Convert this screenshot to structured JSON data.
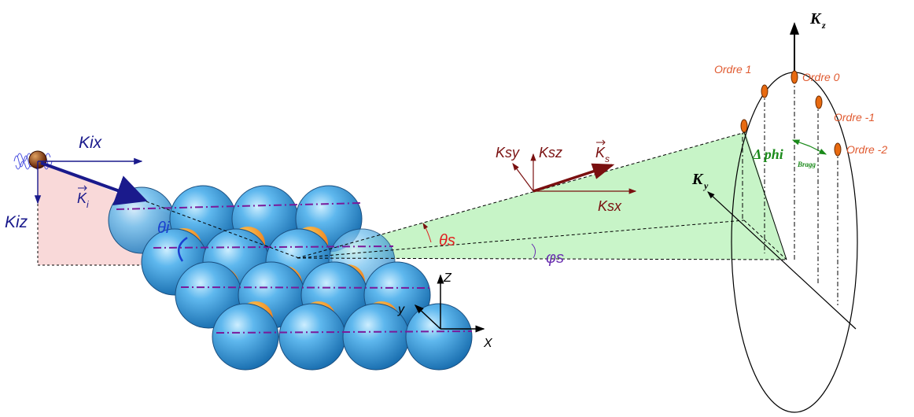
{
  "incident": {
    "k_ix": "Kix",
    "k_iz": "Kiz",
    "k_i_vec": "K",
    "k_i_sub": "i",
    "theta_i": "θi"
  },
  "scattered": {
    "k_sy": "Ksy",
    "k_sz": "Ksz",
    "k_sx": "Ksx",
    "k_s_vec": "K",
    "k_s_sub": "s",
    "theta_s": "θs",
    "phi_s": "φs"
  },
  "sample_axes": {
    "z": "Z",
    "y": "y",
    "x": "X"
  },
  "detector": {
    "kz": "K",
    "kz_sub": "z",
    "ky": "K",
    "ky_sub": "y",
    "delta_phi": "Δ phi",
    "delta_phi_sub": "Bragg",
    "orders": [
      "Ordre 1",
      "Ordre 0",
      "Ordre -1",
      "Ordre -2"
    ]
  },
  "colors": {
    "sphere": "#3aa0e0",
    "incident_arrow": "#1a1a8c",
    "scattered_arrow": "#7a1010",
    "order_label": "#e05a30",
    "green_label": "#1a8a1a",
    "cone_fill": "#bdf2bd",
    "incident_fill": "#f9d9d9"
  }
}
